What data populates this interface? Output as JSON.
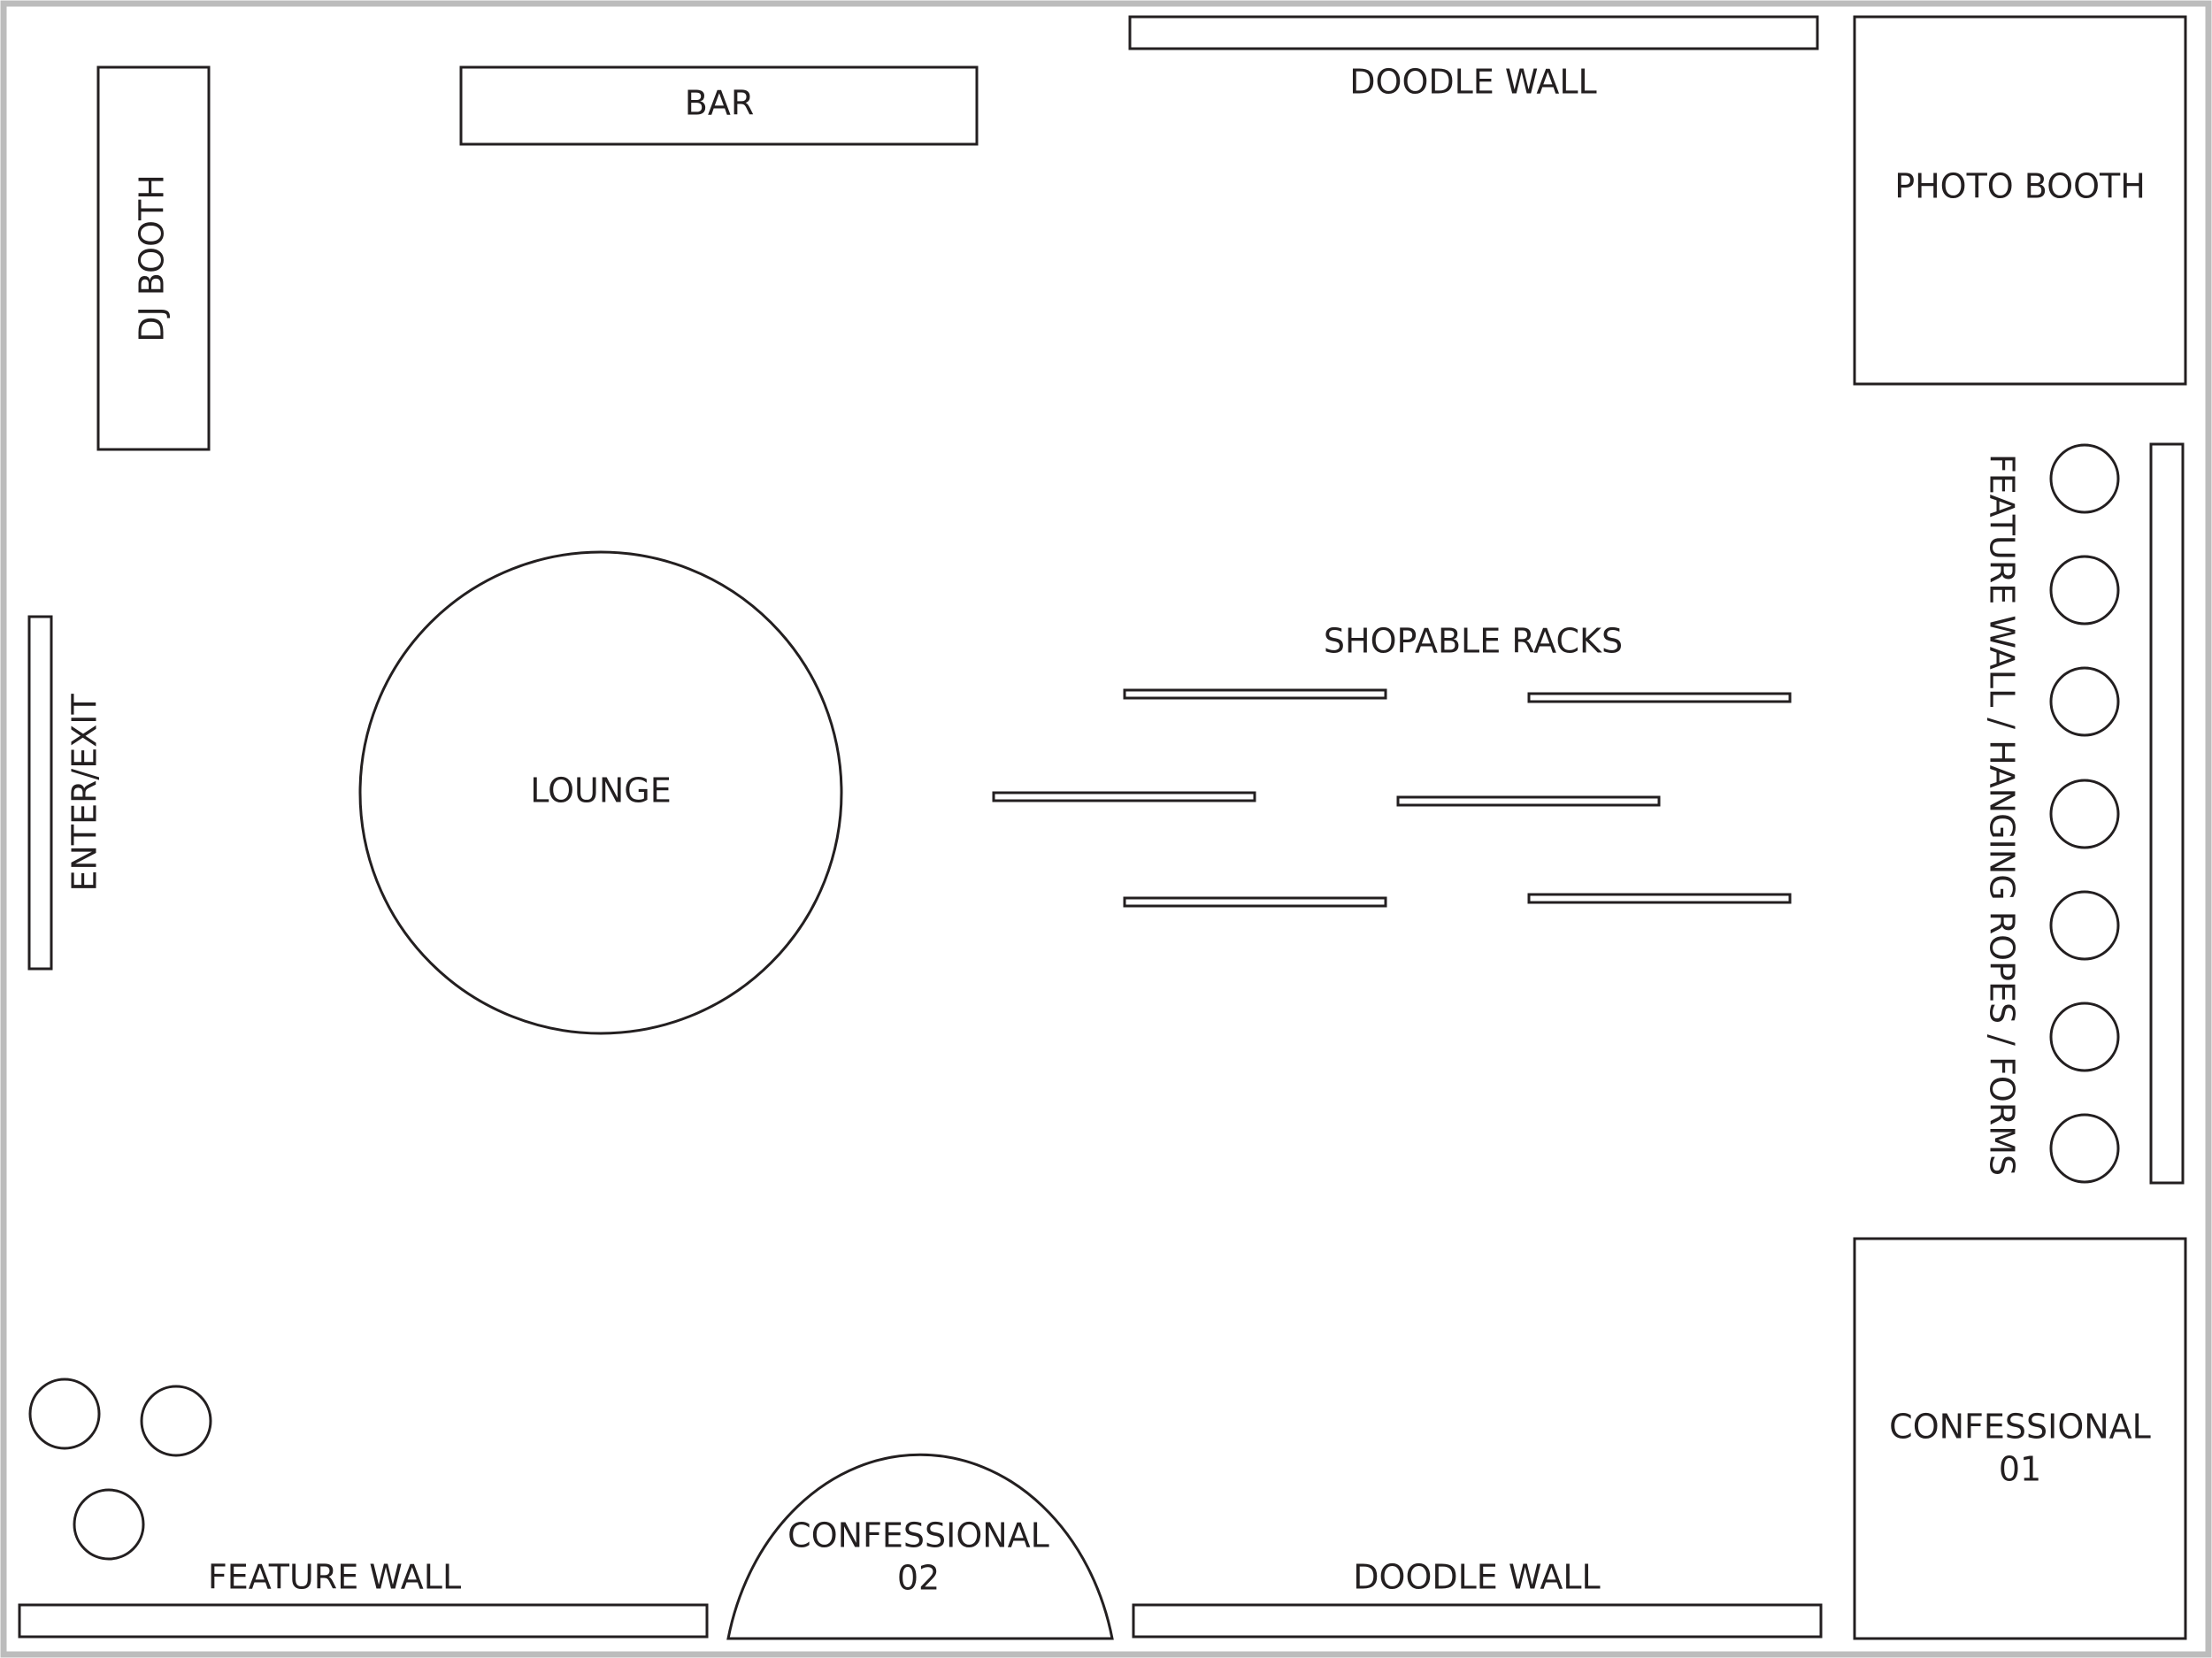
{
  "floor_plan": {
    "zones": {
      "bar": "BAR",
      "doodle_wall_top": "DOODLE WALL",
      "photo_booth": "PHOTO BOOTH",
      "dj_booth": "DJ BOOTH",
      "enter_exit": "ENTER/EXIT",
      "lounge": "LOUNGE",
      "shopable_racks": "SHOPABLE RACKS",
      "feature_wall_right": "FEATURE WALL / HANGING ROPES / FORMS",
      "confessional_01": {
        "line1": "CONFESSIONAL",
        "line2": "01"
      },
      "confessional_02": {
        "line1": "CONFESSIONAL",
        "line2": "02"
      },
      "feature_wall_bottom": "FEATURE WALL",
      "doodle_wall_bottom": "DOODLE WALL"
    }
  }
}
